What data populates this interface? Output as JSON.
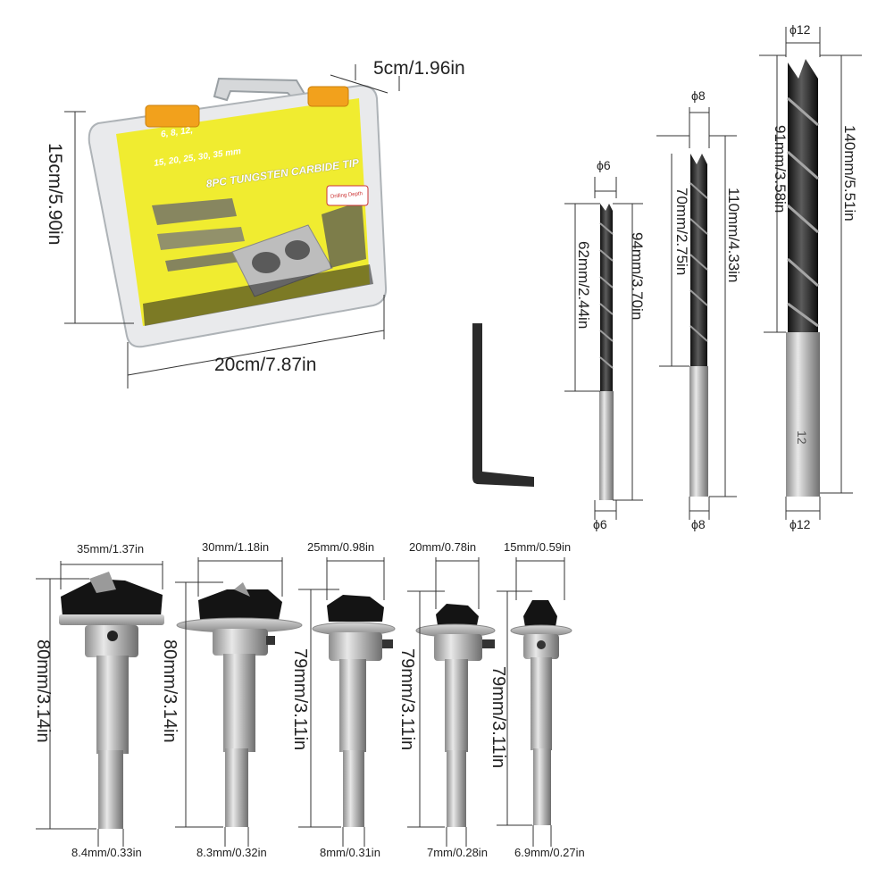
{
  "case": {
    "depth_label": "5cm/1.96in",
    "height_label": "15cm/5.90in",
    "width_label": "20cm/7.87in",
    "printed_sizes_line1": "6, 8, 12,",
    "printed_sizes_line2": "15, 20, 25, 30, 35 mm",
    "printed_title": "8PC TUNGSTEN CARBIDE TIP",
    "printed_badge": "Drilling Depth",
    "colors": {
      "body": "#f0ec30",
      "shell": "#e9eaec",
      "latch": "#f2a11c"
    }
  },
  "brad_bits": [
    {
      "top_dia": "ϕ6",
      "bottom_dia": "ϕ6",
      "flute_len": "62mm/2.44in",
      "total_len": "94mm/3.70in"
    },
    {
      "top_dia": "ϕ8",
      "bottom_dia": "ϕ8",
      "flute_len": "70mm/2.75in",
      "total_len": "110mm/4.33in"
    },
    {
      "top_dia": "ϕ12",
      "bottom_dia": "ϕ12",
      "flute_len": "91mm/3.58in",
      "total_len": "140mm/5.51in",
      "shank_mark": "12"
    }
  ],
  "forstner_bits": [
    {
      "head": "35mm/1.37in",
      "length": "80mm/3.14in",
      "shank": "8.4mm/0.33in"
    },
    {
      "head": "30mm/1.18in",
      "length": "80mm/3.14in",
      "shank": "8.3mm/0.32in"
    },
    {
      "head": "25mm/0.98in",
      "length": "79mm/3.11in",
      "shank": "8mm/0.31in"
    },
    {
      "head": "20mm/0.78in",
      "length": "79mm/3.11in",
      "shank": "7mm/0.28in"
    },
    {
      "head": "15mm/0.59in",
      "length": "79mm/3.11in",
      "shank": "6.9mm/0.27in"
    }
  ],
  "icons": [
    "allen-key-icon",
    "drill-bit-icon",
    "forstner-bit-icon",
    "tool-case-icon"
  ]
}
